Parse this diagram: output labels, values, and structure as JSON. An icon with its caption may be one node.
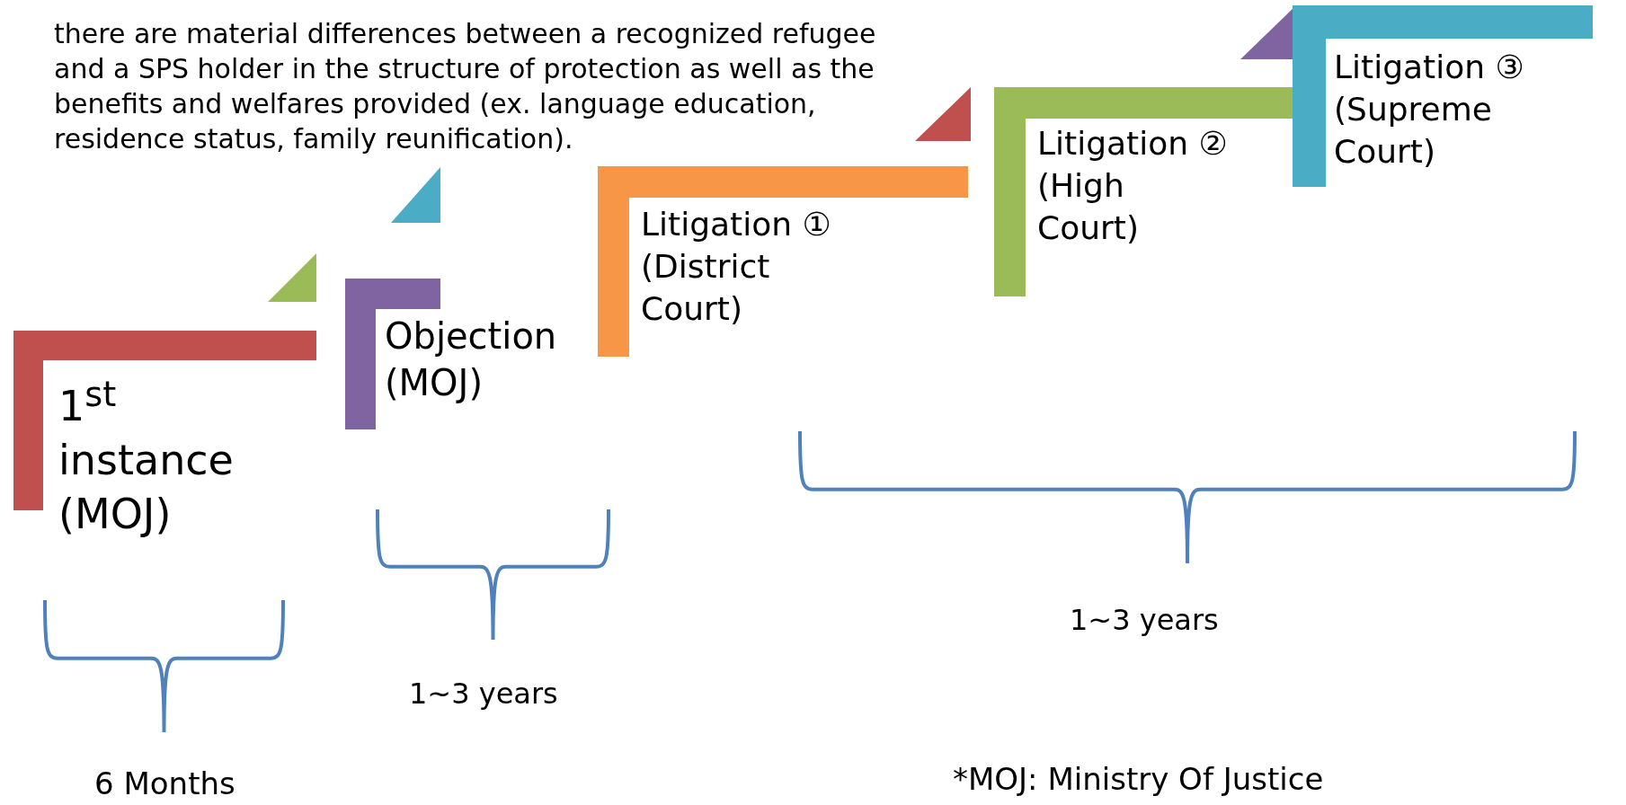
{
  "diagram": {
    "nodes": [
      {
        "text": [
          "1$^{st}$ instance (MOJ)"
        ]
      },
      {
        "text": [
          "Objection (MOJ)"
        ]
      },
      {
        "text": [
          "Litigation ① (District Court)"
        ]
      },
      {
        "text": [
          "Litigation ② (High Court)"
        ]
      },
      {
        "text": [
          "Litigation ③ (Supreme Court)"
        ]
      }
    ],
    "labels": [
      "there are material differences between a recognized refugee and a SPS holder in the structure of protection as well as the benefits and welfares provided (ex. language education, residence status, family reunification).",
      "6 Months",
      "1~3 years",
      "1~3 years",
      "*MOJ: Ministry Of Justice"
    ]
  }
}
